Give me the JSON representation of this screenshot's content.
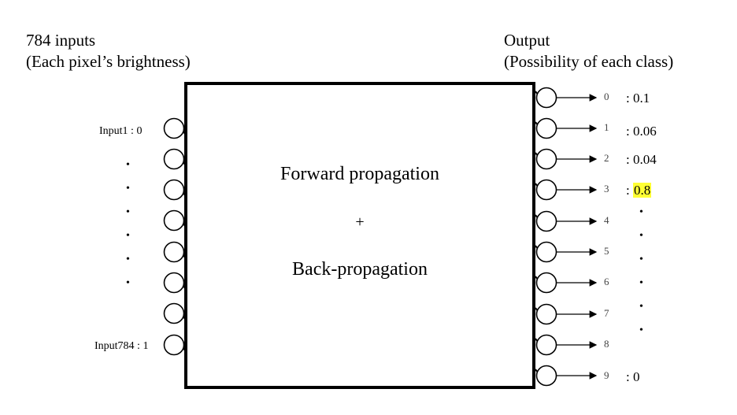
{
  "header": {
    "inputs_title": "784 inputs",
    "inputs_subtitle": "(Each pixel’s brightness)",
    "output_title": "Output",
    "output_subtitle": "(Possibility of each class)"
  },
  "box": {
    "forward": "Forward propagation",
    "plus": "+",
    "back": "Back-propagation"
  },
  "inputs": {
    "first": "Input1 : 0",
    "last": "Input784 : 1",
    "ellipsis": "•"
  },
  "outputs": {
    "digits": [
      "0",
      "1",
      "2",
      "3",
      "4",
      "5",
      "6",
      "7",
      "8",
      "9"
    ],
    "values": [
      ": 0.1",
      ": 0.06",
      ": 0.04",
      ": ",
      "",
      "",
      "",
      "",
      "",
      ": 0"
    ],
    "highlight_value": "0.8",
    "highlight_color": "#ffff33",
    "ellipsis": "•"
  }
}
